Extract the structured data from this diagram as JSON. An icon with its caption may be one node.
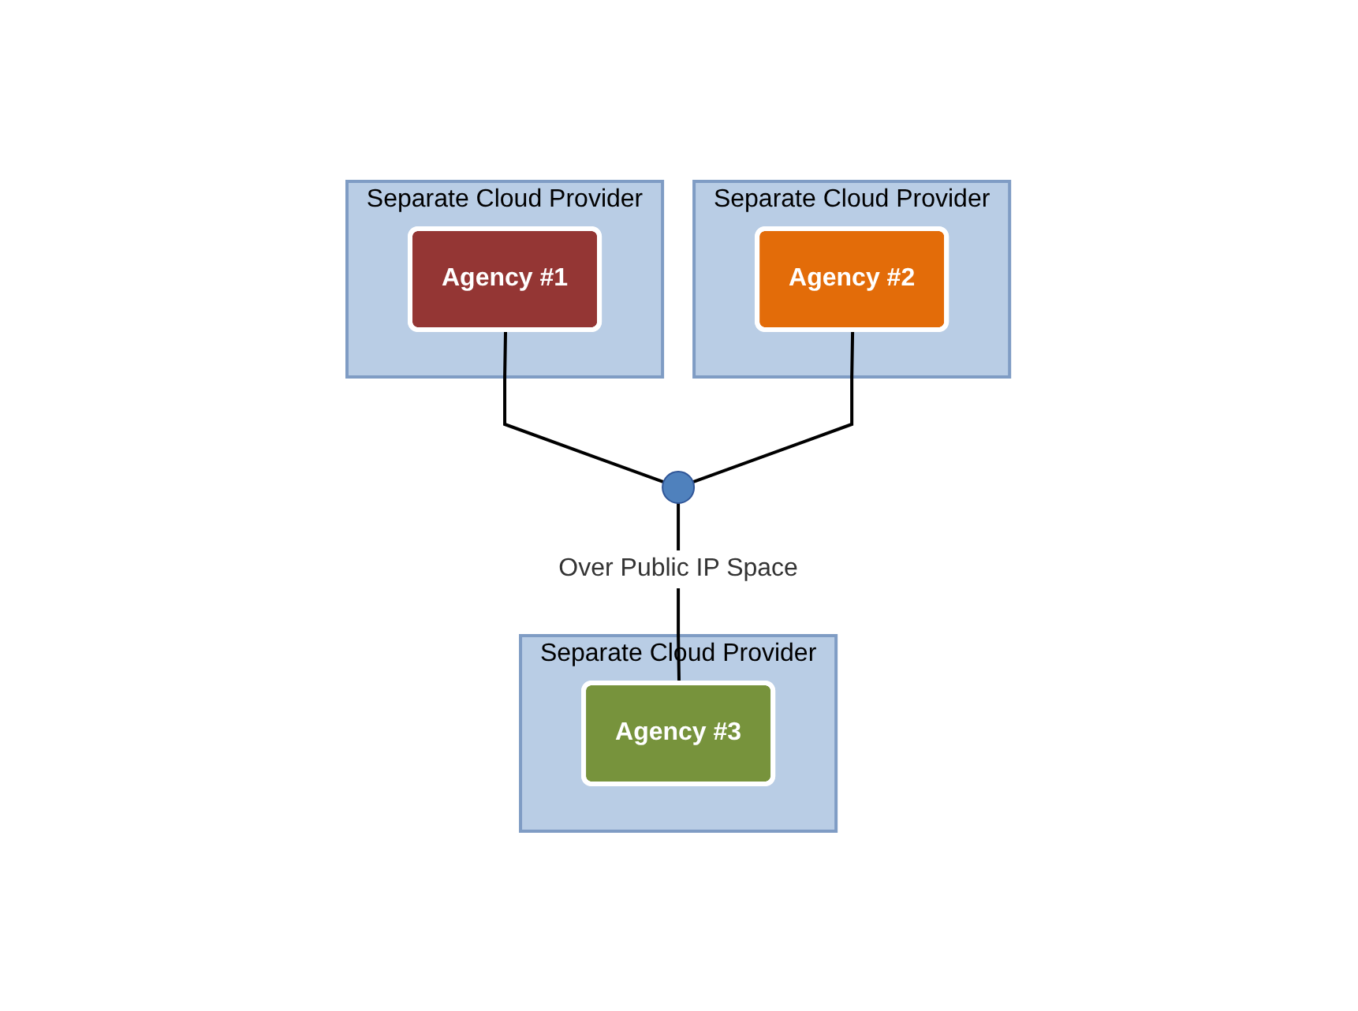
{
  "diagram": {
    "nodes": [
      {
        "text": [
          "Separate Cloud Provider"
        ]
      },
      {
        "text": [
          "Agency #1"
        ],
        "in": 0
      },
      {
        "text": [
          "Separate Cloud Provider"
        ]
      },
      {
        "text": [
          "Agency #2"
        ],
        "in": 2
      },
      {
        "text": [],
        "shape": "circle"
      },
      {
        "text": [
          "Separate Cloud Provider"
        ]
      },
      {
        "text": [
          "Agency #3"
        ],
        "in": 5
      }
    ],
    "edges": [
      {
        "from": 1,
        "to": 4,
        "arrow": "none"
      },
      {
        "from": 3,
        "to": 4,
        "arrow": "none"
      },
      {
        "from": 4,
        "to": 6,
        "arrow": "none",
        "label": "Over Public IP Space"
      }
    ]
  }
}
